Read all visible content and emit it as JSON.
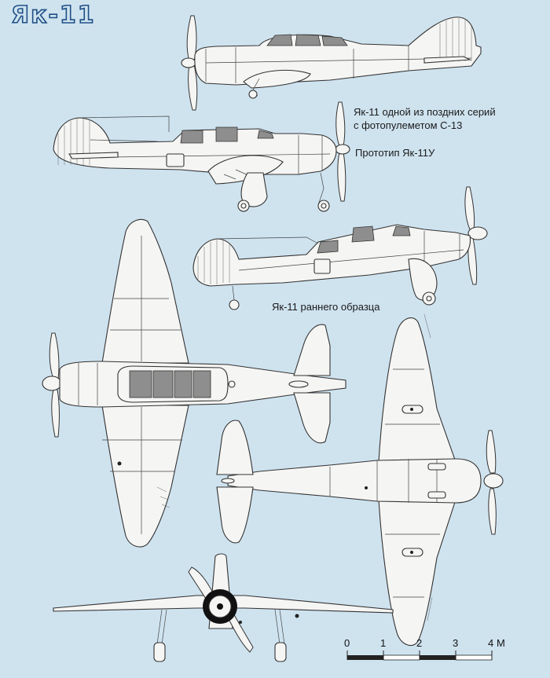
{
  "title": "Як-11",
  "captions": {
    "late_series_line1": "Як-11 одной из поздних серий",
    "late_series_line2": "с фотопулеметом С-13",
    "prototype": "Прототип Як-11У",
    "early": "Як-11 раннего образца"
  },
  "scale": {
    "labels": [
      "0",
      "1",
      "2",
      "3",
      "4"
    ],
    "unit": "М"
  },
  "colors": {
    "background": "#cfe3ef",
    "airframe_fill": "#f5f5f3",
    "line": "#333333",
    "canopy": "#8e8e8e",
    "title_stroke": "#1f4f86"
  }
}
